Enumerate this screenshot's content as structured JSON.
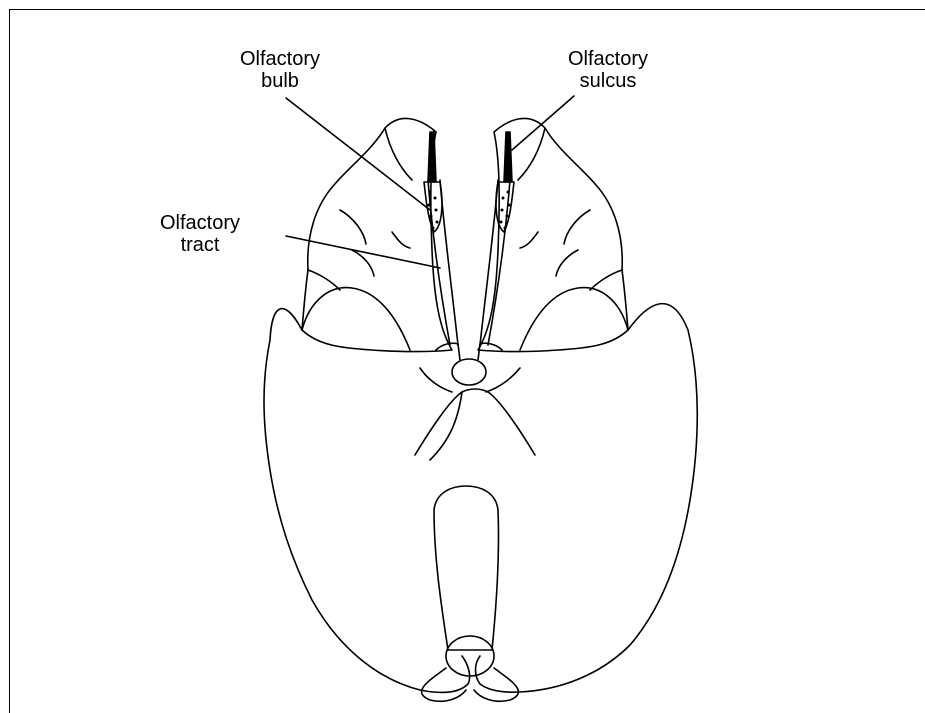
{
  "labels": {
    "olfactory_bulb": {
      "line1": "Olfactory",
      "line2": "bulb"
    },
    "olfactory_sulcus": {
      "line1": "Olfactory",
      "line2": "sulcus"
    },
    "olfactory_tract": {
      "line1": "Olfactory",
      "line2": "tract"
    }
  },
  "colors": {
    "ink": "#000000",
    "background": "#ffffff"
  }
}
